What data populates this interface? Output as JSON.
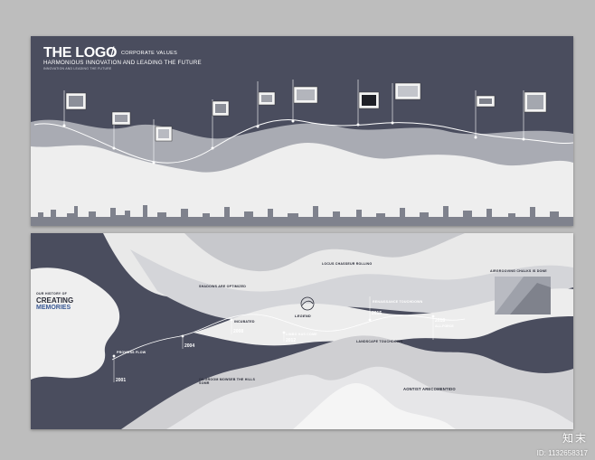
{
  "top_board": {
    "logo": "THE LOGO",
    "slash": "/",
    "corporate_values": "CORPORATE VALUES",
    "headline": "HARMONIOUS INNOVATION AND LEADING THE FUTURE",
    "subline": "INNOVATION AND LEADING THE FUTURE"
  },
  "bottom_board": {
    "history_small": "OUR HISTORY OF",
    "history_big1": "CREATING",
    "history_big2": "MEMORIES",
    "legend_logo": "LEGEND",
    "years": [
      "2001",
      "2004",
      "2008",
      "2012",
      "2015",
      "2018"
    ],
    "year_tags": [
      "ALL-FORCE"
    ],
    "captions": {
      "c1": "LOCUS CHASSEUR ROLLING",
      "c2": "SHADOWS ARE OPTIMIZED",
      "c3": "INCUBATED",
      "c4": "RENAISSANCE TOUCHDOWN",
      "c5": "AIRGROOVING CHALKS IS DONE",
      "c6": "PROWESS FLOW",
      "c7": "LIMBO HAS COME",
      "c8": "LANDSCAPE TOUCHDOWN",
      "c9": "AONTIST ARECOMENTIDO",
      "c10": "OILGROOM MOWSEB THE HILLS SOMR"
    }
  },
  "watermark": {
    "brand": "知末",
    "id": "ID: 1132658317"
  },
  "colors": {
    "dark": "#4a4d5e",
    "light": "#f1f1f1",
    "mid": "#c9c9c9",
    "background": "#bdbdbd"
  }
}
